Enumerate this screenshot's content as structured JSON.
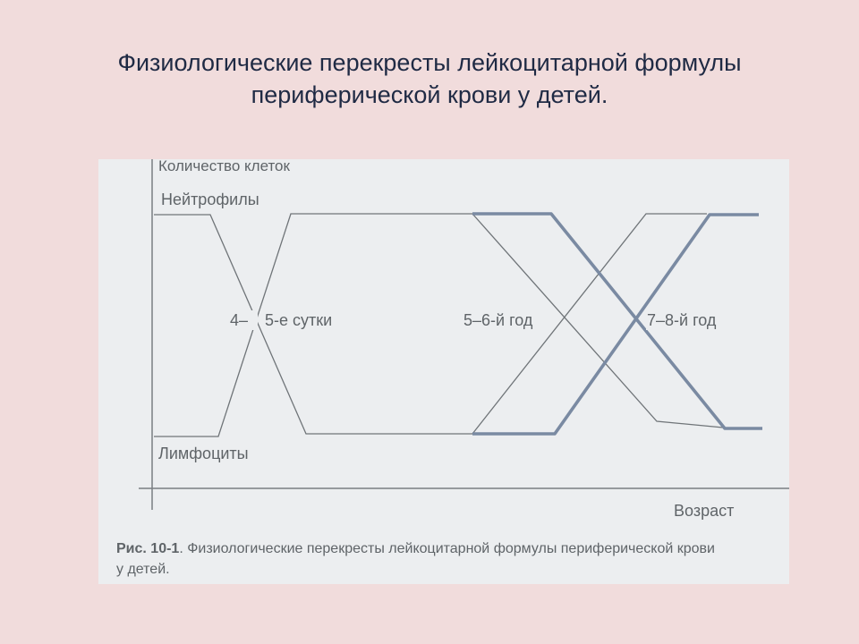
{
  "slide": {
    "title_line1": "Физиологические перекресты лейкоцитарной формулы",
    "title_line2": "периферической крови у детей."
  },
  "figure": {
    "y_axis_label": "Количество клеток",
    "x_axis_label": "Возраст",
    "neutrophils_label": "Нейтрофилы",
    "lymphocytes_label": "Лимфоциты",
    "crossings": [
      {
        "label_left": "4–",
        "label_right": "5-е сутки"
      },
      {
        "label": "5–6-й год"
      },
      {
        "label": "7–8-й год"
      }
    ],
    "caption_prefix": "Рис. 10-1",
    "caption_line1_rest": ". Физиологические перекресты лейкоцитарной формулы периферической крови",
    "caption_line2": "у детей.",
    "colors": {
      "thin_line": "#6f7478",
      "thick_line": "#7a8aa2",
      "axis": "#7a7e82",
      "background": "#eceef0"
    }
  }
}
